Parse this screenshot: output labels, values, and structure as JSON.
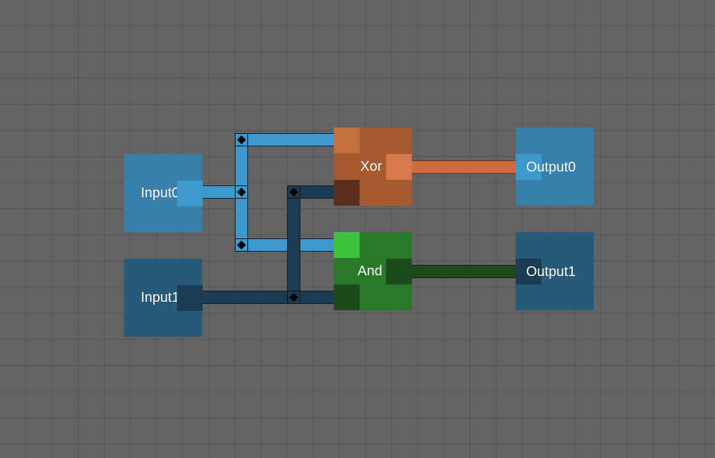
{
  "circuit": {
    "nodes": {
      "input0": {
        "label": "Input0",
        "type": "input"
      },
      "input1": {
        "label": "Input1",
        "type": "input"
      },
      "xor": {
        "label": "Xor",
        "type": "gate"
      },
      "and": {
        "label": "And",
        "type": "gate"
      },
      "output0": {
        "label": "Output0",
        "type": "output"
      },
      "output1": {
        "label": "Output1",
        "type": "output"
      }
    },
    "signal_colors": {
      "input0_wire": "#3e98cc",
      "input1_wire": "#1b3c52",
      "xor_output_wire": "#cc6b40",
      "and_output_wire": "#1c4a1c",
      "grid_background": "#636363",
      "grid_lines": "#545454"
    }
  }
}
